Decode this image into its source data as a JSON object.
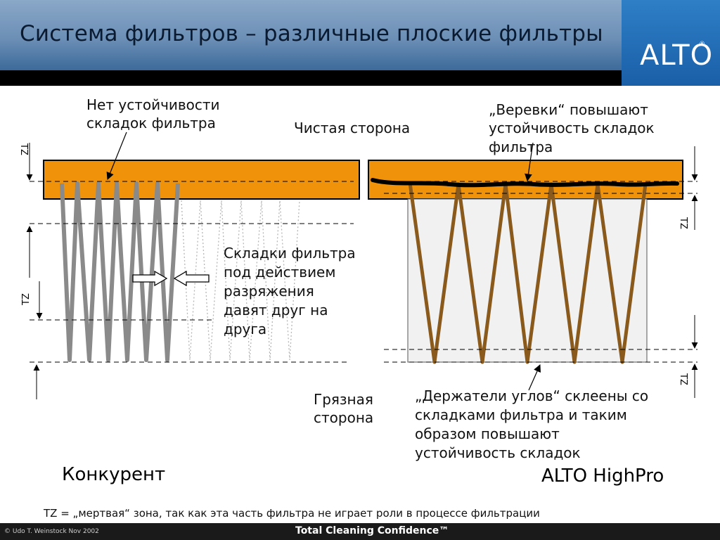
{
  "slide": {
    "title": "Система фильтров – различные плоские фильтры",
    "logo": "ALTO",
    "footer_copyright": "© Udo T. Weinstock Nov 2002",
    "footer_slogan": "Total Cleaning Confidence™",
    "footnote": "TZ = „мертвая“ зона, так как эта часть фильтра не играет роли в процессе фильтрации"
  },
  "labels": {
    "no_stability_1": "Нет устойчивости",
    "no_stability_2": "складок фильтра",
    "clean_side": "Чистая сторона",
    "ropes_1": "„Веревки“ повышают",
    "ropes_2": "устойчивость складок",
    "ropes_3": "фильтра",
    "pleats_1": "Складки фильтра",
    "pleats_2": "под действием",
    "pleats_3": "разряжения",
    "pleats_4": "давят друг на",
    "pleats_5": "друга",
    "dirty_1": "Грязная",
    "dirty_2": "сторона",
    "holders_1": "„Держатели углов“ склеены со",
    "holders_2": "складками фильтра и таким",
    "holders_3": "образом повышают",
    "holders_4": "устойчивость складок",
    "competitor": "Конкурент",
    "alto": "ALTO HighPro",
    "tz": "TZ"
  },
  "colors": {
    "frame": "#f0920a",
    "pleat_grey": "#8a8a8a",
    "pleat_brown": "#8a5a1c",
    "box_fill": "#f1f1f1"
  }
}
